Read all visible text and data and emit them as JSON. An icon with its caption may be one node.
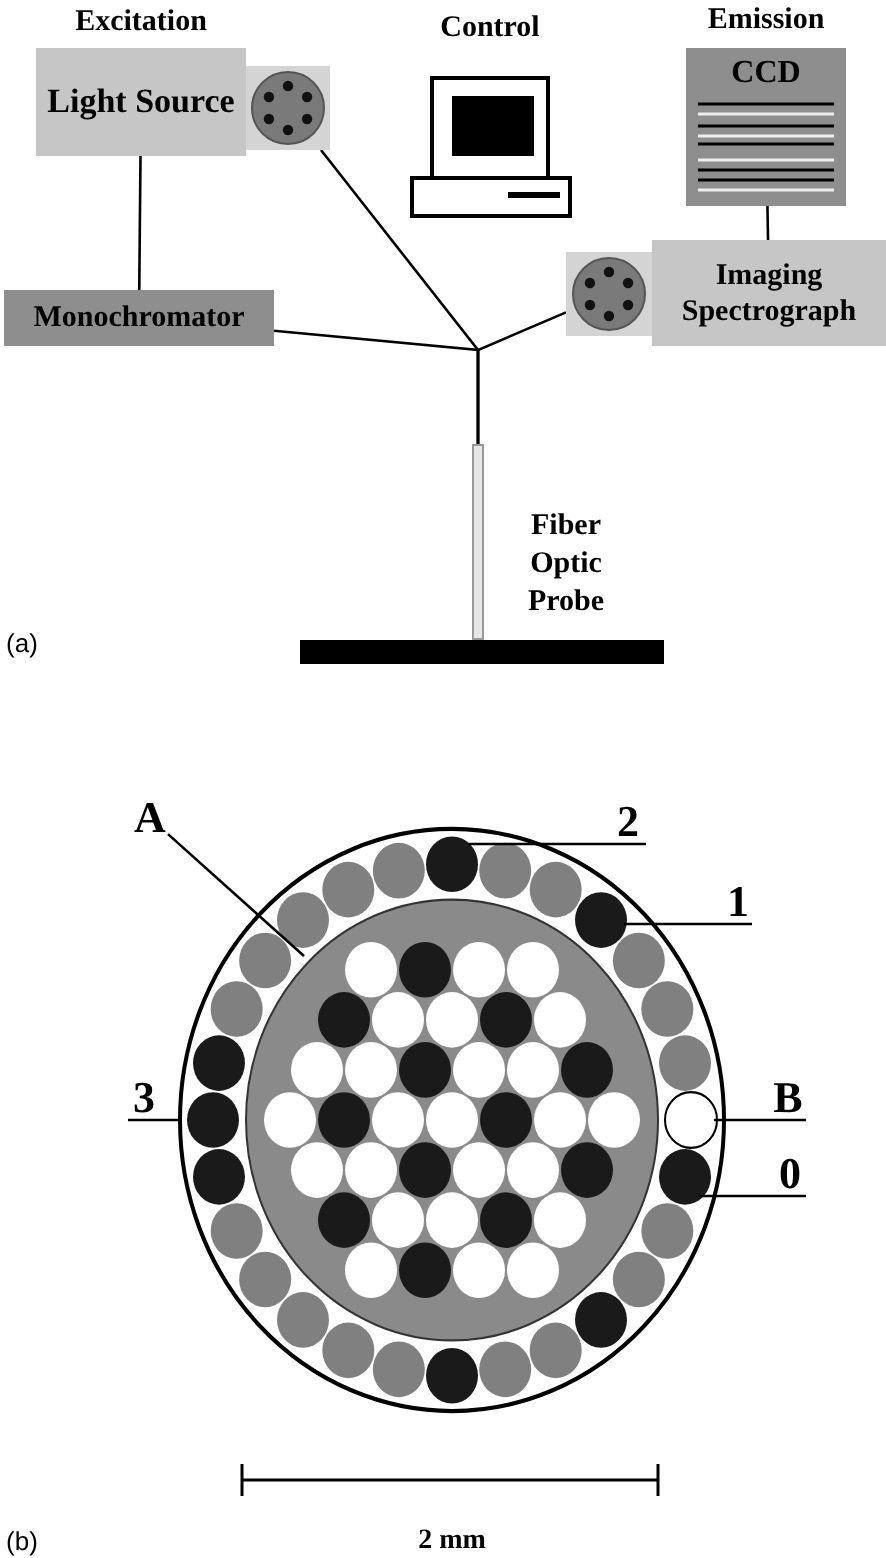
{
  "diagram": {
    "nodes": [
      {
        "text": [
          "Excitation",
          "Light Source"
        ]
      },
      {
        "text": [],
        "shape": "box"
      },
      {
        "text": [
          "Emission",
          "CCD"
        ]
      },
      {
        "text": [
          "Monochromator"
        ]
      },
      {
        "text": [],
        "shape": "box"
      },
      {
        "text": [
          "Imaging Spectrograph"
        ]
      },
      {
        "text": [],
        "shape": "bar",
        "beside": [
          "Fiber Optic Probe"
        ]
      },
      {
        "text": [
          "A"
        ]
      },
      {
        "text": [
          "2"
        ]
      },
      {
        "text": [
          "1"
        ]
      },
      {
        "text": [
          "3"
        ]
      },
      {
        "text": [
          "B"
        ]
      },
      {
        "text": [
          "0"
        ]
      }
    ],
    "edges": [
      {
        "from": 0,
        "to": 3,
        "arrow": "none"
      },
      {
        "from": 2,
        "to": 5,
        "arrow": "none"
      },
      {
        "from": 1,
        "to": 6,
        "arrow": "none"
      },
      {
        "from": 3,
        "to": 6,
        "arrow": "none"
      },
      {
        "from": 4,
        "to": 6,
        "arrow": "none"
      },
      {
        "from": 7,
        "to": null,
        "arrow": "none"
      },
      {
        "from": 8,
        "to": null,
        "arrow": "none"
      },
      {
        "from": 9,
        "to": null,
        "arrow": "none"
      },
      {
        "from": 10,
        "to": null,
        "arrow": "none"
      },
      {
        "from": 11,
        "to": null,
        "arrow": "none"
      },
      {
        "from": 12,
        "to": null,
        "arrow": "none"
      }
    ],
    "labels": [
      "Control",
      "(a)",
      "(b)",
      "2 mm"
    ]
  }
}
